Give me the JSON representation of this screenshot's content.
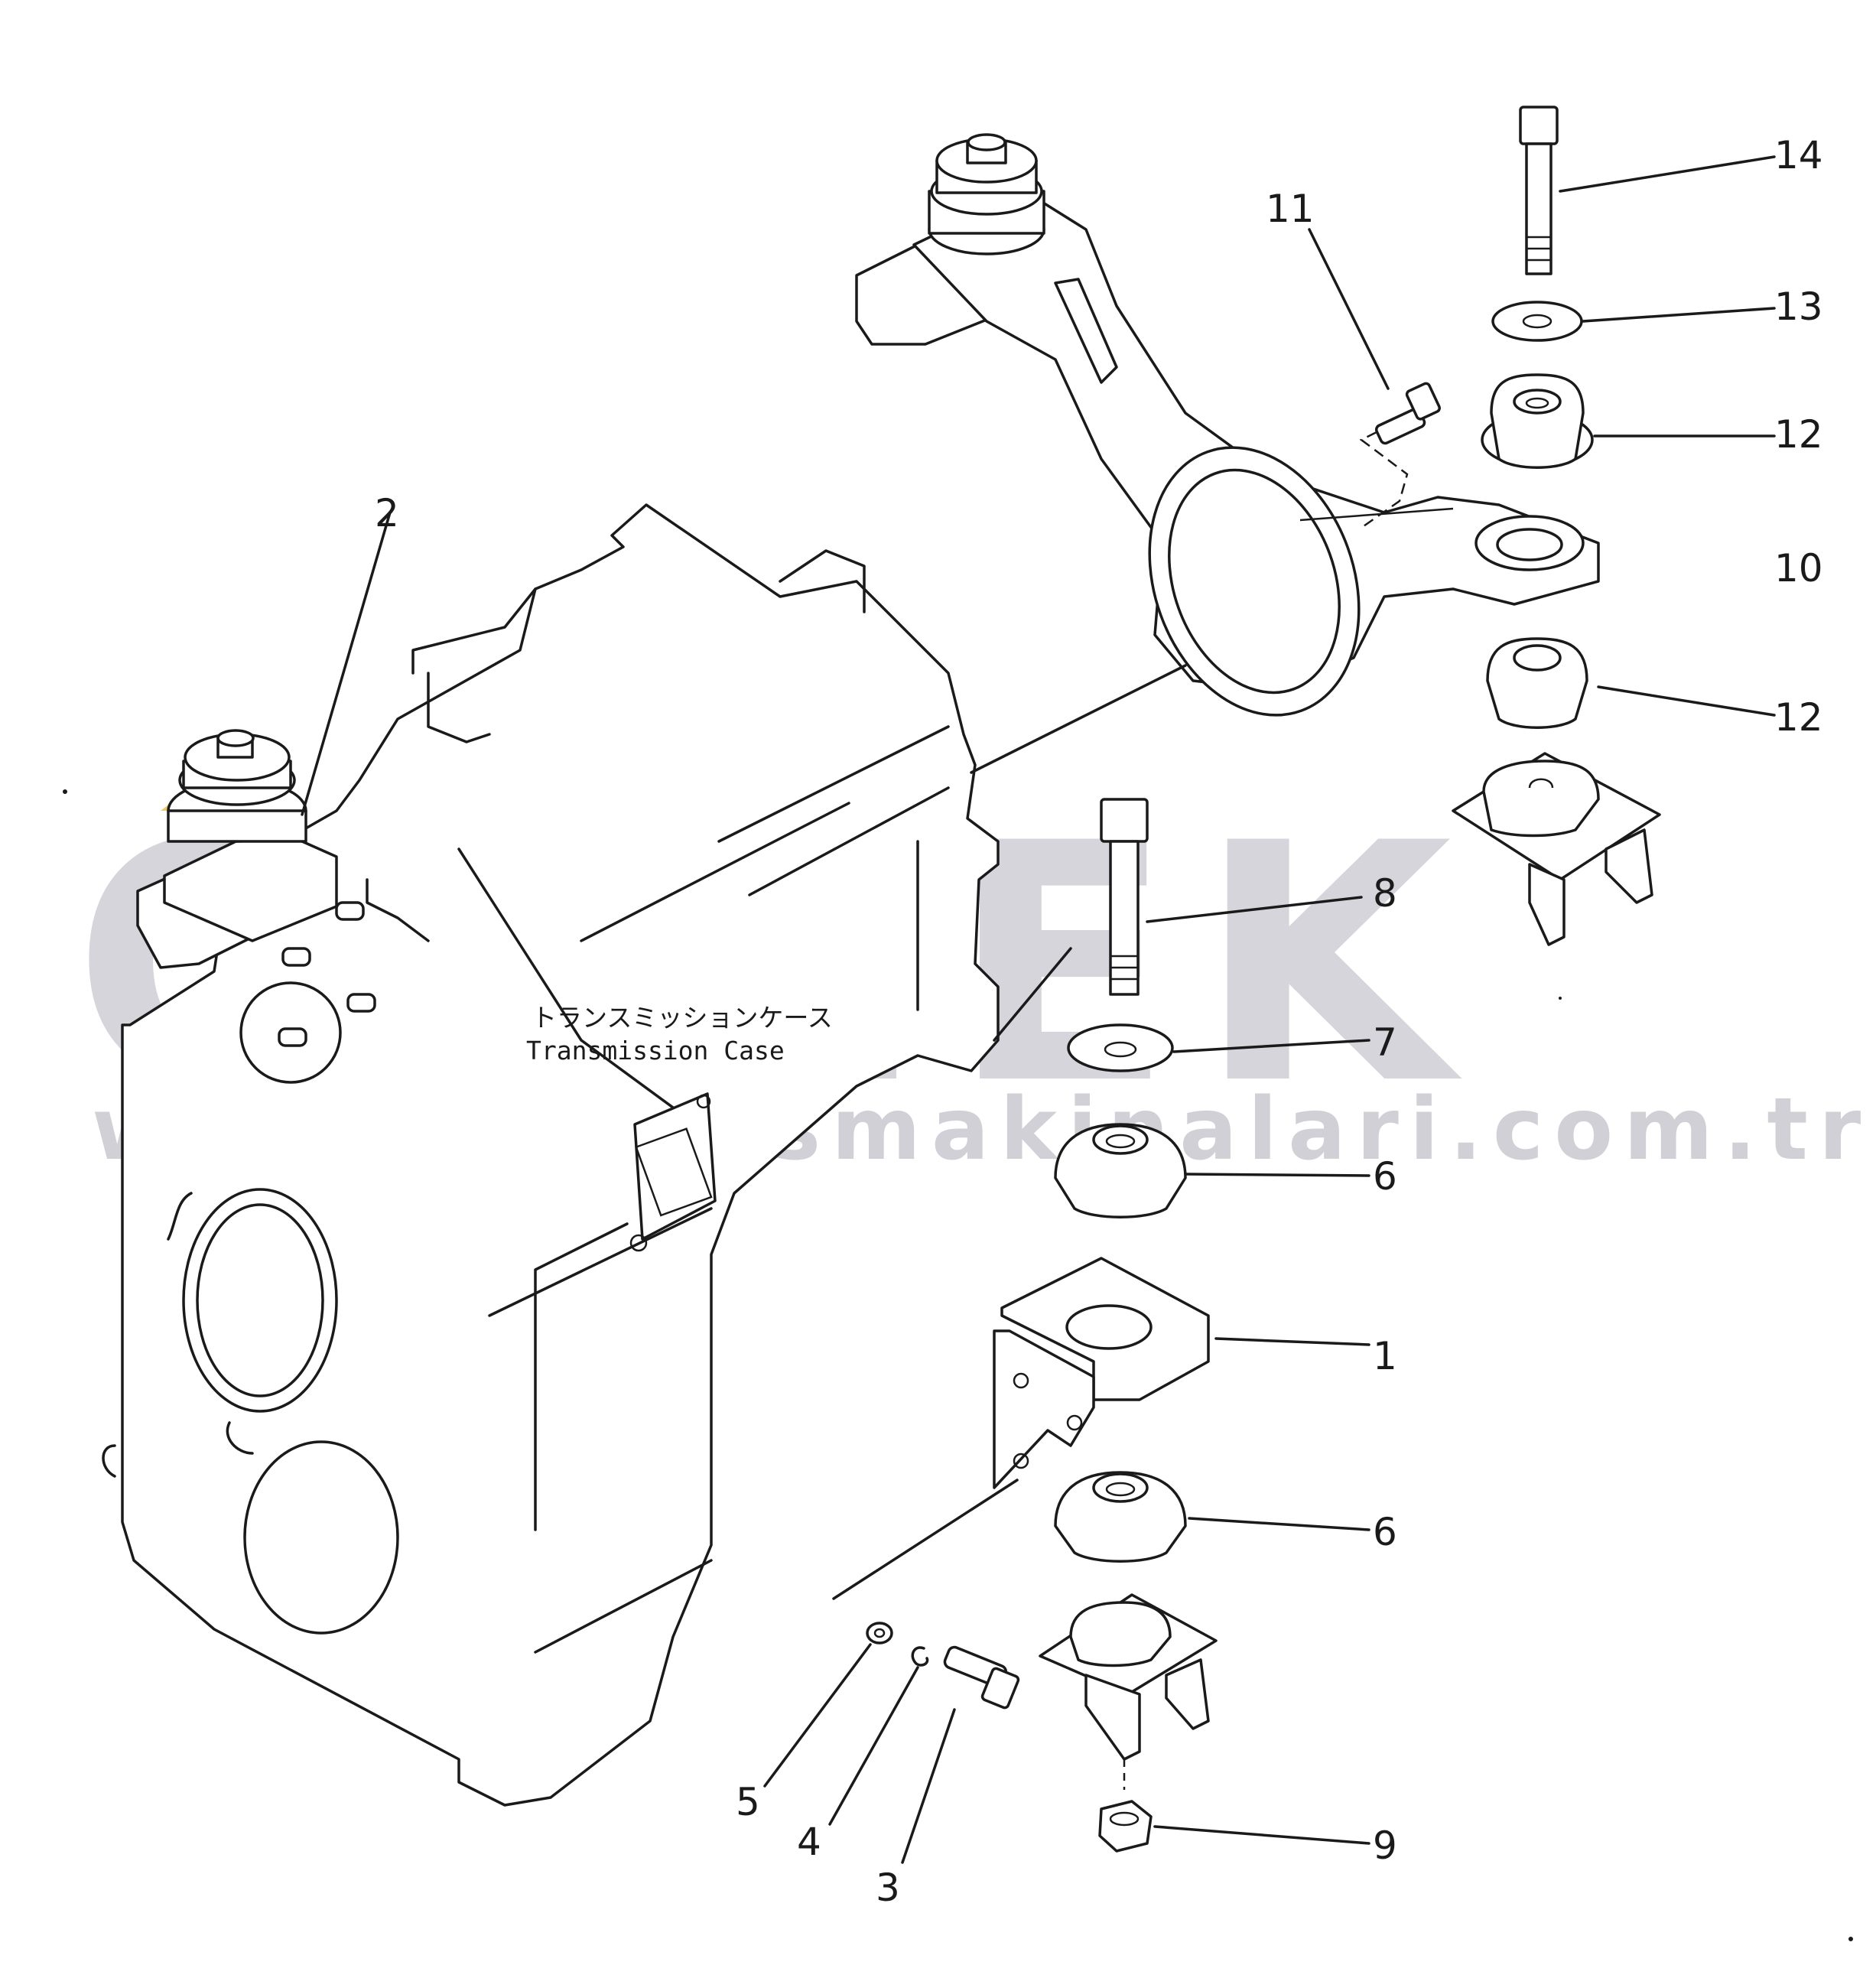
{
  "watermark": {
    "brand": "ORNEK",
    "url": "www.ornekismakinalari.com.tr",
    "color": "#c9c8cf",
    "accent_color": "#e8b94a"
  },
  "case_label": {
    "japanese": "トランスミッションケース",
    "english": "Transmission Case"
  },
  "callouts": [
    {
      "id": "1",
      "text": "1"
    },
    {
      "id": "2",
      "text": "2"
    },
    {
      "id": "3",
      "text": "3"
    },
    {
      "id": "4",
      "text": "4"
    },
    {
      "id": "5",
      "text": "5"
    },
    {
      "id": "6a",
      "text": "6"
    },
    {
      "id": "6b",
      "text": "6"
    },
    {
      "id": "7",
      "text": "7"
    },
    {
      "id": "8",
      "text": "8"
    },
    {
      "id": "9",
      "text": "9"
    },
    {
      "id": "10",
      "text": "10"
    },
    {
      "id": "11",
      "text": "11"
    },
    {
      "id": "12a",
      "text": "12"
    },
    {
      "id": "12b",
      "text": "12"
    },
    {
      "id": "13",
      "text": "13"
    },
    {
      "id": "14",
      "text": "14"
    }
  ]
}
